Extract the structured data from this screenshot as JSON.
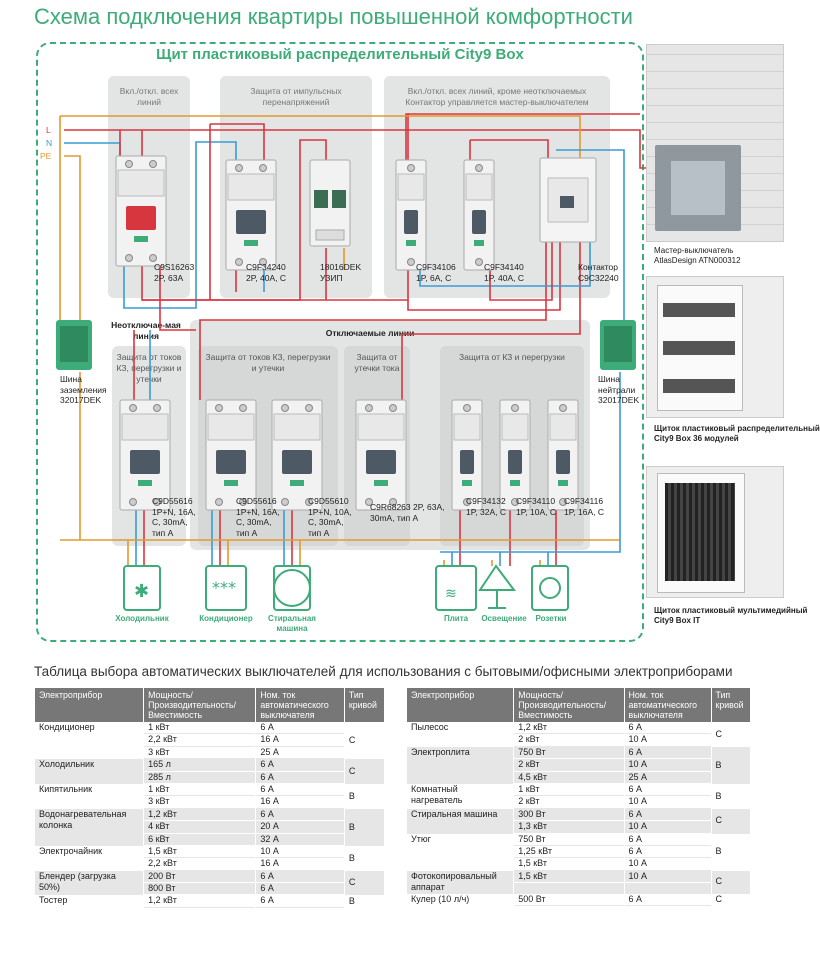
{
  "title": "Схема подключения квартиры повышенной комфортности",
  "panel_title": "Щит пластиковый распределительный City9 Box",
  "colors": {
    "accent": "#3dac78",
    "L": "#d8363e",
    "N": "#3a9bd5",
    "PE": "#e39a2d"
  },
  "wires": {
    "L": "L",
    "N": "N",
    "PE": "PE"
  },
  "groups": {
    "main_switch": "Вкл./откл. всех линий",
    "surge": "Защита от импульсных перенапряжений",
    "contactor_group": "Вкл./откл. всех линий, кроме неотключаемых Контактор управляется мастер-выключателем",
    "nonswitch": "Неотключае-мая линия",
    "switchable": "Отключаемые линии",
    "rcbo_group": "Защита от токов КЗ, перегрузки и утечки",
    "rccb_group": "Защита от утечки тока",
    "mcb_group": "Защита от КЗ и перегрузки",
    "nonswitch_prot": "Защита от токов КЗ, перегрузки и утечки"
  },
  "devices": {
    "d1": "C9S16263\n2P, 63A",
    "d2": "C9F34240\n2P, 40A, C",
    "d3": "18016DEK\nУЗИП",
    "d4": "C9F34106\n1P, 6A, C",
    "d5": "C9F34140\n1P, 40A, C",
    "d6": "Контактор\nC9C32240",
    "d7": "C9D55616\n1P+N, 16A,\nC, 30mA,\nтип A",
    "d8": "C9D55616\n1P+N, 16A,\nC, 30mA,\nтип A",
    "d9": "C9D55610\n1P+N, 10A,\nC, 30mA,\nтип A",
    "d10": "C9R68263 2P, 63A,\n30mA, тип A",
    "d11": "C9F34132\n1P, 32A, C",
    "d12": "C9F34110\n1P, 10A, C",
    "d13": "C9F34116\n1P, 16A, C"
  },
  "buses": {
    "ground": "Шина\nзаземления\n32017DEK",
    "neutral": "Шина\nнейтрали\n32017DEK"
  },
  "appliances": {
    "fridge": "Холодильник",
    "ac": "Кондиционер",
    "washer": "Стиральная машина",
    "stove": "Плита",
    "light": "Освещение",
    "sockets": "Розетки"
  },
  "right_captions": {
    "master": "Мастер-выключатель\nAtlasDesign ATN000312",
    "box36": "Щиток пластиковый распределительный\nCity9 Box 36 модулей",
    "boxit": "Щиток пластиковый мультимедийный\nCity9 Box IT"
  },
  "table_title": "Таблица выбора автоматических выключателей для использования с бытовыми/офисными электроприборами",
  "table_headers": [
    "Электроприбор",
    "Мощность/ Производительность/ Вместимость",
    "Ном. ток автоматического выключателя",
    "Тип кривой"
  ],
  "table_left": [
    {
      "name": "Кондиционер",
      "power": [
        "1 кВт",
        "2,2 кВт",
        "3 кВт"
      ],
      "current": [
        "6 А",
        "16 А",
        "25 А"
      ],
      "curve": "C"
    },
    {
      "name": "Холодильник",
      "power": [
        "165 л",
        "285 л"
      ],
      "current": [
        "6 А",
        "6 А"
      ],
      "curve": "C"
    },
    {
      "name": "Кипятильник",
      "power": [
        "1 кВт",
        "3 кВт"
      ],
      "current": [
        "6 А",
        "16 А"
      ],
      "curve": "B"
    },
    {
      "name": "Водонагревательная колонка",
      "power": [
        "1,2 кВт",
        "4 кВт",
        "6 кВт"
      ],
      "current": [
        "6 А",
        "20 А",
        "32 А"
      ],
      "curve": "B"
    },
    {
      "name": "Электрочайник",
      "power": [
        "1,5 кВт",
        "2,2 кВт"
      ],
      "current": [
        "10 А",
        "16 А"
      ],
      "curve": "B"
    },
    {
      "name": "Блендер (загрузка 50%)",
      "power": [
        "200 Вт",
        "800 Вт"
      ],
      "current": [
        "6 А",
        "6 А"
      ],
      "curve": "C"
    },
    {
      "name": "Тостер",
      "power": [
        "1,2 кВт"
      ],
      "current": [
        "6 А"
      ],
      "curve": "B"
    }
  ],
  "table_right": [
    {
      "name": "Пылесос",
      "power": [
        "1,2 кВт",
        "2 кВт"
      ],
      "current": [
        "6 А",
        "10 А"
      ],
      "curve": "C"
    },
    {
      "name": "Электроплита",
      "power": [
        "750 Вт",
        "2 кВт",
        "4,5 кВт"
      ],
      "current": [
        "6 А",
        "10 А",
        "25 А"
      ],
      "curve": "B"
    },
    {
      "name": "Комнатный нагреватель",
      "power": [
        "1 кВт",
        "2 кВт"
      ],
      "current": [
        "6 А",
        "10 А"
      ],
      "curve": "B"
    },
    {
      "name": "Стиральная машина",
      "power": [
        "300 Вт",
        "1,3 кВт"
      ],
      "current": [
        "6 А",
        "10 А"
      ],
      "curve": "C"
    },
    {
      "name": "Утюг",
      "power": [
        "750 Вт",
        "1,25 кВт",
        "1,5 кВт"
      ],
      "current": [
        "6 А",
        "6 А",
        "10 А"
      ],
      "curve": "B"
    },
    {
      "name": "Фотокопировальный аппарат",
      "power": [
        "1,5 кВт"
      ],
      "current": [
        "10 А"
      ],
      "curve": "C"
    },
    {
      "name": "Кулер (10 л/ч)",
      "power": [
        "500 Вт"
      ],
      "current": [
        "6 А"
      ],
      "curve": "C"
    }
  ]
}
